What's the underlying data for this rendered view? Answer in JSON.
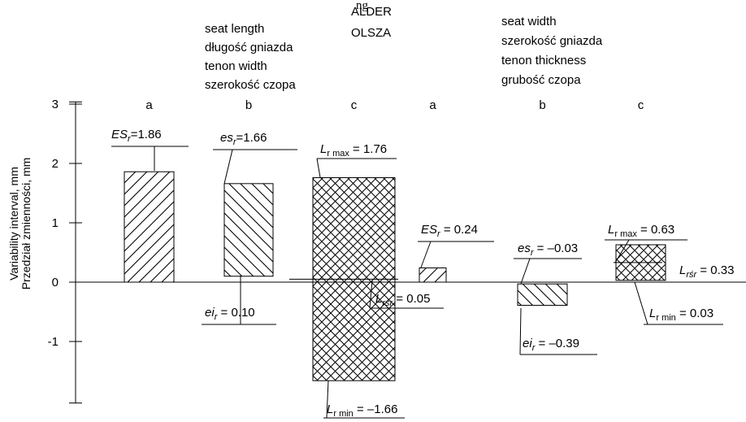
{
  "top_caption": "ng",
  "header": {
    "species_en": "ALDER",
    "species_pl": "OLSZA"
  },
  "group_labels": {
    "left": [
      "seat length",
      "długość gniazda",
      "tenon width",
      "szerokość czopa"
    ],
    "right": [
      "seat width",
      "szerokość gniazda",
      "tenon thickness",
      "grubość czopa"
    ]
  },
  "chart_data": {
    "type": "bar",
    "ylabel": [
      "Variability interval, mm",
      "Przedział zmienności, mm"
    ],
    "ylim": [
      -2.05,
      3.05
    ],
    "yticks": [
      3,
      2,
      1,
      0,
      -1
    ],
    "grid": false,
    "categories": [
      "a",
      "b",
      "c",
      "a",
      "b",
      "c"
    ],
    "series": [
      {
        "category": "a",
        "bottom": 0,
        "top": 1.86,
        "pattern": "diag-right"
      },
      {
        "category": "b",
        "bottom": 0.1,
        "top": 1.66,
        "pattern": "diag-left"
      },
      {
        "category": "c",
        "bottom": -1.66,
        "top": 1.76,
        "pattern": "cross",
        "mean": 0.05
      },
      {
        "category": "a",
        "bottom": 0,
        "top": 0.24,
        "pattern": "diag-right"
      },
      {
        "category": "b",
        "bottom": -0.39,
        "top": -0.03,
        "pattern": "diag-left"
      },
      {
        "category": "c",
        "bottom": 0.03,
        "top": 0.63,
        "pattern": "cross",
        "mean": 0.33
      }
    ],
    "annotations": [
      {
        "sym": "ES",
        "sub": "r",
        "val": "=1.86"
      },
      {
        "sym": "es",
        "sub": "r",
        "val": "=1.66"
      },
      {
        "sym": "L",
        "sub": "r max",
        "val": " = 1.76"
      },
      {
        "sym": "ei",
        "sub": "r",
        "val": " = 0.10"
      },
      {
        "sym": "L",
        "sub": "rśr",
        "val": " = 0.05"
      },
      {
        "sym": "L",
        "sub": "r min",
        "val": " = –1.66"
      },
      {
        "sym": "ES",
        "sub": "r",
        "val": " = 0.24"
      },
      {
        "sym": "es",
        "sub": "r",
        "val": " = –0.03"
      },
      {
        "sym": "ei",
        "sub": "r",
        "val": " = –0.39"
      },
      {
        "sym": "L",
        "sub": "r max",
        "val": " = 0.63"
      },
      {
        "sym": "L",
        "sub": "rśr",
        "val": " = 0.33"
      },
      {
        "sym": "L",
        "sub": "r min",
        "val": " = 0.03"
      }
    ]
  }
}
